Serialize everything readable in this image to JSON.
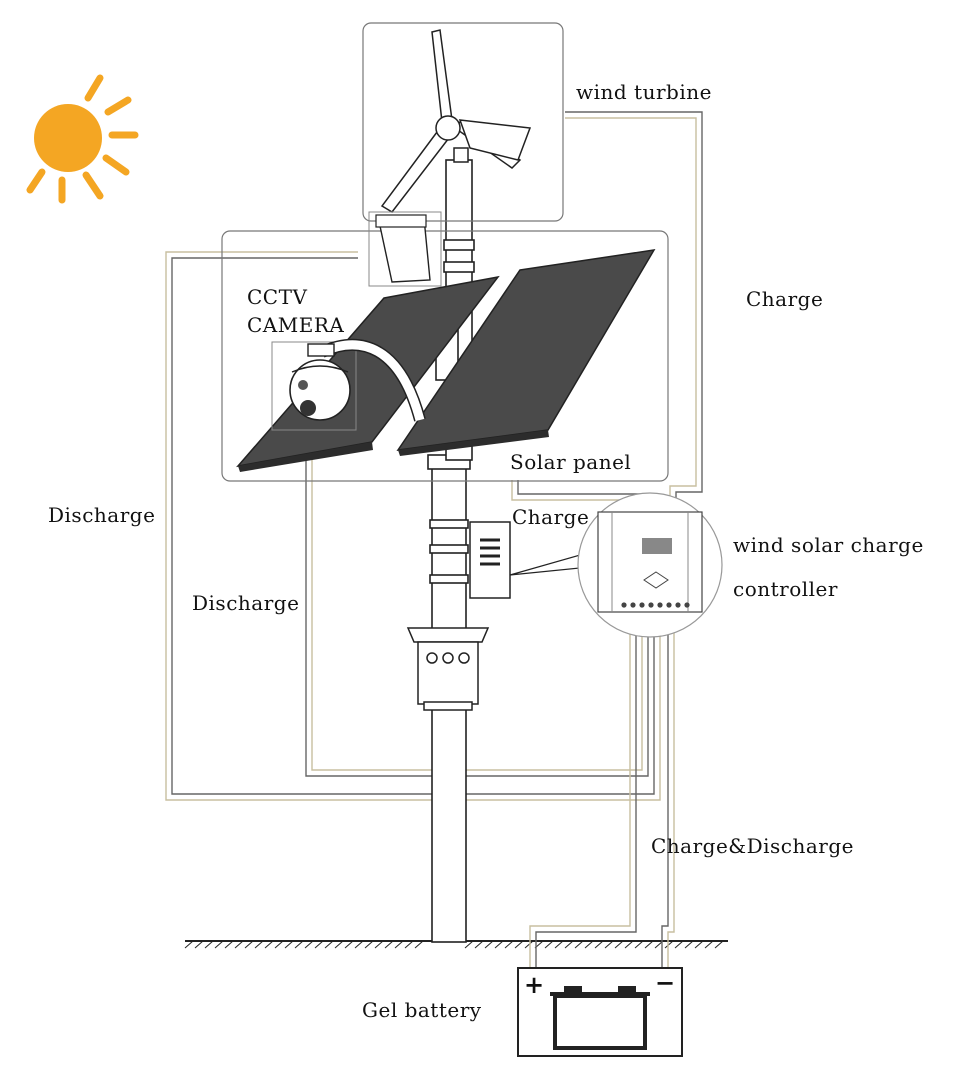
{
  "labels": {
    "wind_turbine": "wind turbine",
    "charge_top": "Charge",
    "cctv_line1": "CCTV",
    "cctv_line2": "CAMERA",
    "solar_panel": "Solar panel",
    "discharge_outer": "Discharge",
    "charge_mid": "Charge",
    "controller_line1": "wind solar charge",
    "controller_line2": "controller",
    "discharge_inner": "Discharge",
    "charge_discharge": "Charge&Discharge",
    "gel_battery": "Gel battery",
    "battery_plus": "+",
    "battery_minus": "−"
  },
  "colors": {
    "sun": "#f4a623",
    "wire": "#c8bfa0",
    "wire_dark": "#555555",
    "outline": "#222222",
    "panel": "#4a4a4a",
    "box_border": "#777777"
  }
}
